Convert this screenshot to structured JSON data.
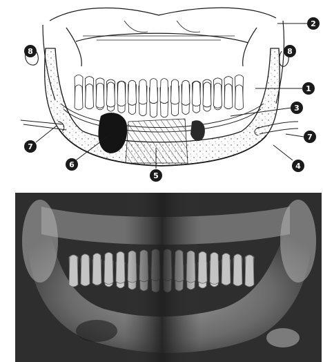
{
  "diagram": {
    "callouts": [
      {
        "label": "8"
      },
      {
        "label": "2"
      },
      {
        "label": "8"
      },
      {
        "label": "1"
      },
      {
        "label": "3"
      },
      {
        "label": "7"
      },
      {
        "label": "7"
      },
      {
        "label": "4"
      },
      {
        "label": "6"
      },
      {
        "label": "5"
      }
    ]
  },
  "colors": {
    "ink": "#1a1a1a",
    "paper": "#ffffff",
    "xray_dark": "#2e2e2e",
    "xray_light": "#d9d9d9"
  }
}
